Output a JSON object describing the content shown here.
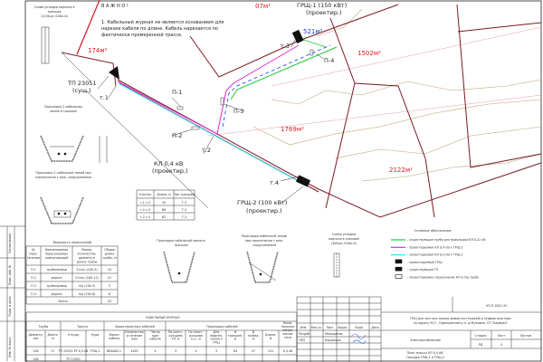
{
  "colors": {
    "lot_line": "#7a1a25",
    "area_label": "#e0161b",
    "area_label_blue": "#1f3fd6",
    "existing_pipe": "#22c83a",
    "cable_grsh1": "#e02ad8",
    "cable_grsh2": "#35dff0",
    "pipe_dashed": "#2040e0"
  },
  "side_stamp": [
    "Согласовано",
    "Взам. инв. №",
    "Подп. и дата",
    "Инв. № подл."
  ],
  "brick_scheme_1": [
    "Схема укладки кирпича в",
    "траншее",
    "(1234шт./100п.м)"
  ],
  "important": {
    "title": "В А Ж Н О !",
    "lines": [
      "1. Кабельный журнал не является основанием для",
      "нарезки кабеля по длине. Кабель нарезается по",
      "фактически промеренной трассе."
    ]
  },
  "areas": {
    "a174": "174м²",
    "a07": "07м²",
    "a521": "521м²",
    "a1502": "1502м²",
    "a1769": "1769м²",
    "a2122": "2122м²"
  },
  "labels": {
    "tp": [
      "ТП 23051",
      "(сущ.)"
    ],
    "grsh1": [
      "ГРЩ-1 (150 кВт)",
      "(проектир.)"
    ],
    "grsh2": [
      "ГРЩ-2 (100 кВт)",
      "(проектир.)"
    ],
    "kl": [
      "КЛ 0,4 кВ",
      "(проектир.)"
    ],
    "points": {
      "t1": "т.1",
      "t2": "т.2",
      "t3": "т.3",
      "t4": "т.4"
    },
    "crossings": {
      "p1": "П-1",
      "p2": "П-2",
      "p3": "П-3",
      "p4": "П-4"
    }
  },
  "sections_table": {
    "headers": [
      "Участок",
      "Длина, м",
      "Тип траншеи"
    ],
    "rows": [
      [
        "т.1-т.2",
        "45",
        "Т-3"
      ],
      [
        "т.2-т.3",
        "66",
        "Т-3"
      ],
      [
        "т.2-т.4",
        "62",
        "Т-3"
      ]
    ]
  },
  "trench_left": {
    "title1": [
      "Прокладка 2 кабельных",
      "линий в траншее"
    ],
    "title2": [
      "Прокладка 2 кабельных линий при",
      "пересечении с инж. сооружениями"
    ]
  },
  "trench_mid": {
    "title1": [
      "Прокладка кабельной линии в",
      "траншее"
    ],
    "title2": [
      "Прокладка кабельной линии",
      "при пересечении с инж.",
      "сооружениями"
    ]
  },
  "brick_scheme_2": [
    "Схема укладки",
    "кирпича в траншее",
    "(400шт./100п.м)"
  ],
  "crossings_table": {
    "title": "Ведомость пересечений",
    "headers": [
      [
        "№",
        "пере-",
        "сечения"
      ],
      [
        "Наименование",
        "пересекаемых",
        "коммуникаций"
      ],
      [
        "Марка,",
        "количество,",
        "диаметр и",
        "длина трубы"
      ],
      [
        "Общая",
        "длина",
        "трубы, м"
      ]
    ],
    "rows": [
      [
        "П-1",
        "трубопровод",
        "2×п/ц (100-5)",
        "10"
      ],
      [
        "П-2",
        "дорога",
        "2×п/ц (100-11)",
        "22"
      ],
      [
        "П-3",
        "трубопровод",
        "п/ц (100-5)",
        "5"
      ],
      [
        "П-4",
        "дорога",
        "п/ц (100-6)",
        "6"
      ]
    ],
    "total_label": "Всего:",
    "total": "43"
  },
  "legend": {
    "title": "Условные обозначения:",
    "items": [
      "- существующая труба для прокладки КЛ 0,22 кВ",
      "- проектируемая КЛ 0,4 кВ к ГРЩ-1",
      "- проектируемая КЛ 0,4 кВ к ГРЩ-2",
      "- проектируемый ГРЩ",
      "- существующая ТП",
      "- проектируемое пересечение КЛ в п/ц трубе"
    ]
  },
  "cable_journal": {
    "title": "КАБЕЛЬНЫЙ ЖУРНАЛ",
    "groups": [
      "Трубы",
      "Трасса",
      "Характеристика кабелей",
      "Прокладка кабелей"
    ],
    "columns": [
      [
        "Диаметр,",
        "мм"
      ],
      [
        "Длина,",
        "м"
      ],
      [
        "Откуда"
      ],
      [
        "Куда"
      ],
      [
        "Марка",
        "кабеля"
      ],
      [
        "Количество",
        "и сечение",
        "жил"
      ],
      [
        "Число",
        "жил",
        "кабеля"
      ],
      [
        "По конст-",
        "рукциям",
        "ТП, м"
      ],
      [
        "По конст-",
        "рукциям",
        "к.к., м"
      ],
      [
        "Для",
        "подклю-",
        "чения в",
        "ГРЩ"
      ],
      [
        "В",
        "траншее,",
        "м"
      ],
      [
        "В",
        "трубах,",
        "м"
      ],
      [
        "Длина,",
        "м"
      ],
      [
        "Номи-",
        "нальное",
        "напря-",
        "жение",
        "сети"
      ]
    ],
    "rows": [
      [
        "100",
        "27",
        "ТП 23051 РУ 0,4 кВ",
        "ГРЩ-1",
        "ВББШВ-1",
        "4х95",
        "4",
        "3",
        "4",
        "3",
        "84",
        "27",
        "121",
        "0,4 кВ"
      ],
      [
        "100",
        "",
        "ТП 23051",
        "",
        "",
        "",
        "",
        "",
        "",
        "",
        "",
        "",
        "",
        ""
      ]
    ]
  },
  "title_block": {
    "code": "УП-П-2021-ЭС",
    "project": [
      "ГРЩ для частных жилых домов (коттеджей) и инфраструктуры",
      "по адресу М.О., Одинцовский р-н, д.Жуковка, СП \"Барвиха\""
    ],
    "section": "Электроснабжение",
    "stage_header": "Стадия",
    "sheet_header": "Лист",
    "sheets_header": "Листов",
    "stage": "РД",
    "sheet": "4",
    "sheets": "",
    "sheet_title": [
      "План трассы КЛ 0,4 кВ.",
      "Посадка ГРЩ-1 и ГРЩ-2"
    ],
    "rev_headers": [
      "Изм.",
      "Кол.уч.",
      "Лист",
      "№док.",
      "Подп.",
      "Дата"
    ],
    "people": [
      [
        "Разраб.",
        "Мальцинов"
      ],
      [
        "ГИП",
        "Коржаков"
      ]
    ]
  }
}
